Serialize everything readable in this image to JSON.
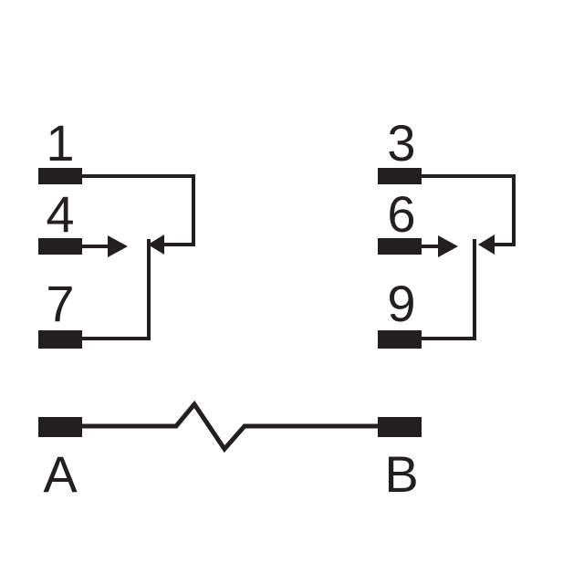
{
  "diagram": {
    "type": "relay-contact-schematic",
    "colors": {
      "ink": "#231f20",
      "background": "#ffffff"
    },
    "switch_left": {
      "common_label": "1",
      "nc_label": "4",
      "no_label": "7"
    },
    "switch_right": {
      "common_label": "3",
      "nc_label": "6",
      "no_label": "9"
    },
    "coil": {
      "left_label": "A",
      "right_label": "B"
    }
  }
}
